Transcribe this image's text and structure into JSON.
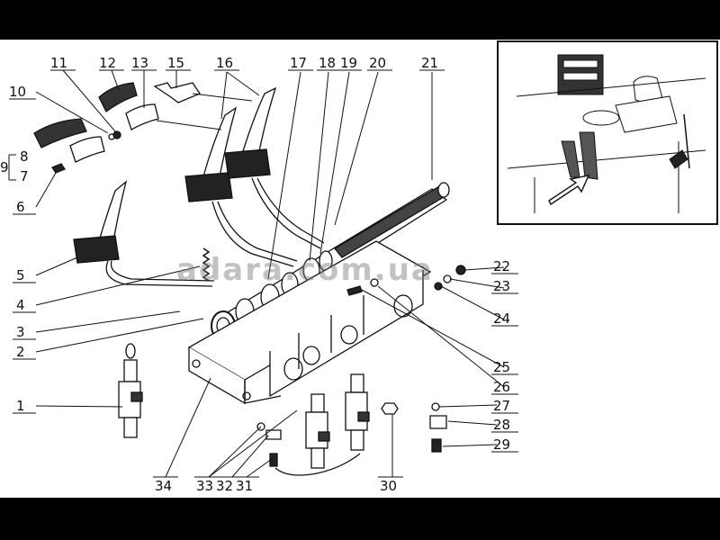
{
  "diagram": {
    "labels": [
      "1",
      "2",
      "3",
      "4",
      "5",
      "6",
      "7",
      "8",
      "9",
      "10",
      "11",
      "12",
      "13",
      "15",
      "16",
      "17",
      "18",
      "19",
      "20",
      "21",
      "22",
      "23",
      "24",
      "25",
      "26",
      "27",
      "28",
      "29",
      "30",
      "31",
      "32",
      "33",
      "34"
    ]
  },
  "watermark": "adara.com.ua"
}
